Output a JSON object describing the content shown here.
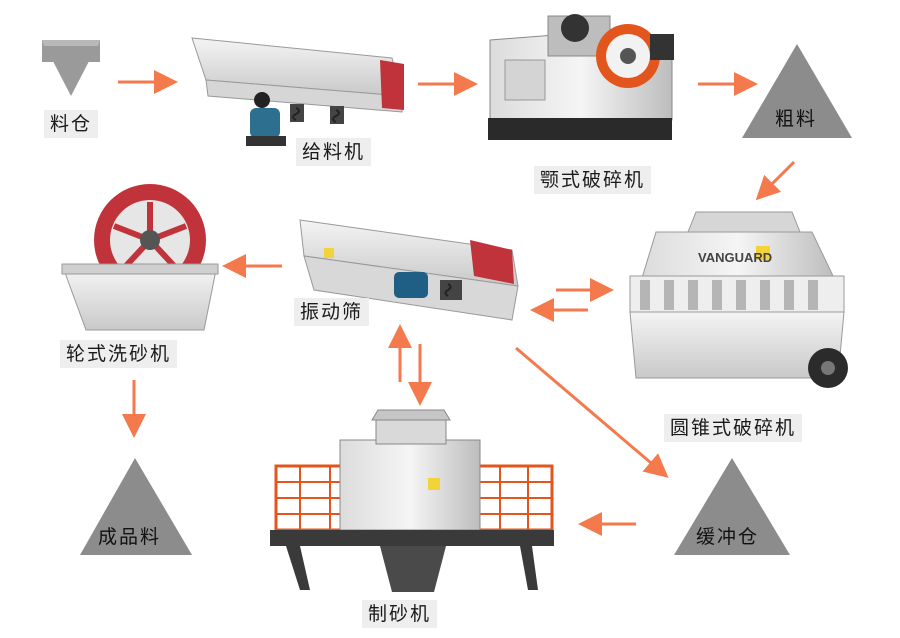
{
  "brand": "VANGUARD",
  "colors": {
    "arrow": "#f47a4e",
    "triangle": "#8c8c8c",
    "label_bg": "#eeeeee",
    "accent_red": "#c0333a",
    "accent_orange": "#e2551c"
  },
  "nodes": {
    "hopper": "料仓",
    "feeder": "给料机",
    "jaw_crusher": "颚式破碎机",
    "coarse": "粗料",
    "vibrating_screen": "振动筛",
    "wheel_washer": "轮式洗砂机",
    "cone_crusher": "圆锥式破碎机",
    "finished": "成品料",
    "buffer_bin": "缓冲仓",
    "sand_maker": "制砂机"
  }
}
